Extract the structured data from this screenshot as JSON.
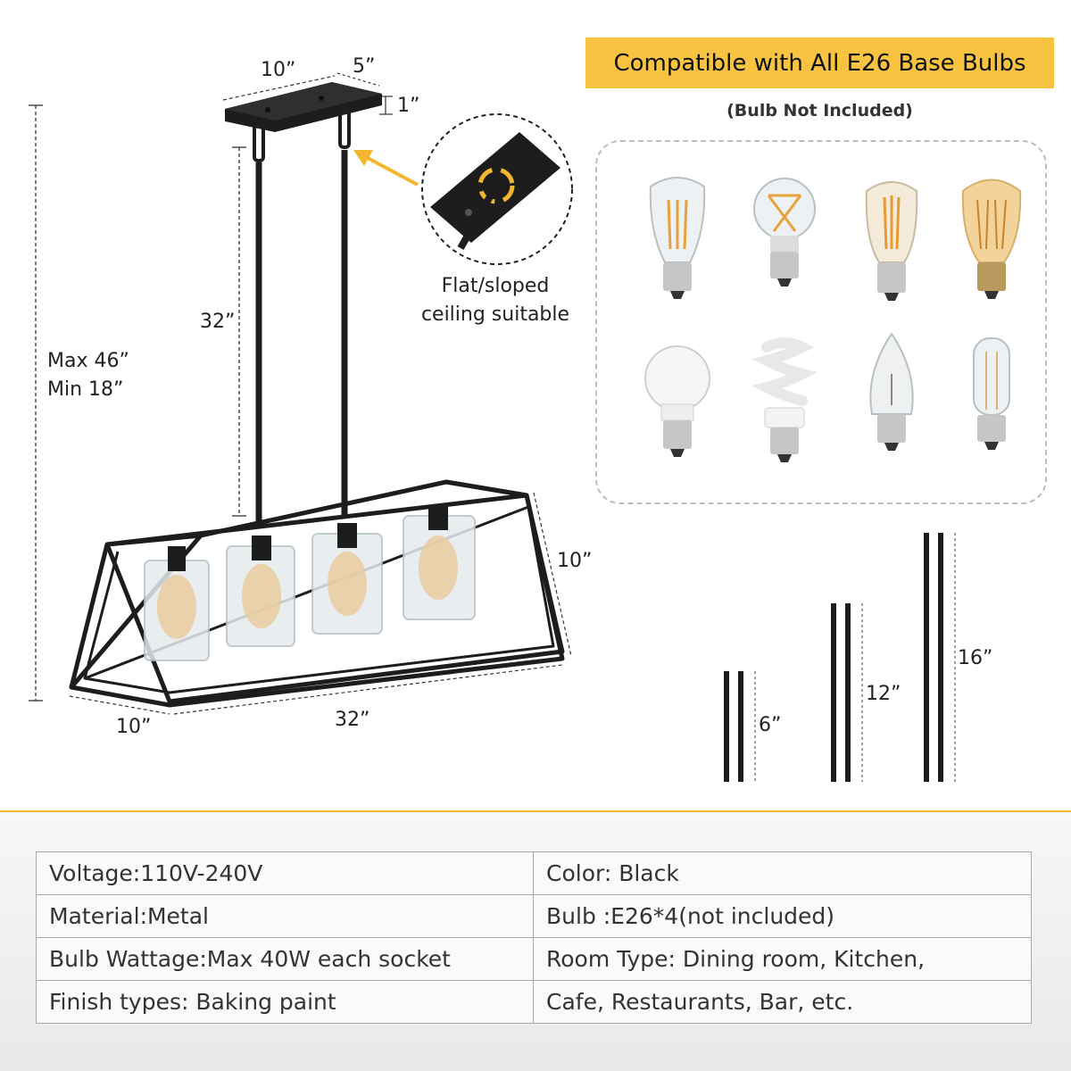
{
  "banner": {
    "title": "Compatible with All E26 Base Bulbs",
    "subtitle": "(Bulb Not Included)",
    "accent_color": "#f7c341"
  },
  "callout": {
    "line1": "Flat/sloped",
    "line2": "ceiling suitable"
  },
  "dimensions": {
    "canopy_length": "10”",
    "canopy_width": "5”",
    "canopy_height": "1”",
    "rod_length": "32”",
    "max_height": "Max 46”",
    "min_height": "Min 18”",
    "frame_height": "10”",
    "frame_depth": "10”",
    "frame_length": "32”"
  },
  "rods": [
    {
      "label": "6”"
    },
    {
      "label": "12”"
    },
    {
      "label": "16”"
    }
  ],
  "bulbs": [
    {
      "icon": "st64-filament-bulb-icon"
    },
    {
      "icon": "a19-filament-bulb-icon"
    },
    {
      "icon": "st58-filament-bulb-icon"
    },
    {
      "icon": "st64-vintage-bulb-icon"
    },
    {
      "icon": "a19-led-bulb-icon"
    },
    {
      "icon": "spiral-cfl-bulb-icon"
    },
    {
      "icon": "flame-tip-bulb-icon"
    },
    {
      "icon": "t10-tubular-bulb-icon"
    }
  ],
  "specs": [
    [
      "Voltage:110V-240V",
      "Color: Black"
    ],
    [
      "Material:Metal",
      "Bulb :E26*4(not included)"
    ],
    [
      "Bulb Wattage:Max 40W each socket",
      "Room Type:  Dining room, Kitchen,"
    ],
    [
      "Finish types:  Baking paint",
      "Cafe, Restaurants, Bar, etc."
    ]
  ],
  "colors": {
    "fixture": "#1d1d1d",
    "glass": "#dfe6ea",
    "bulb_glow": "#e9b45c",
    "arrow": "#f2b72e"
  }
}
